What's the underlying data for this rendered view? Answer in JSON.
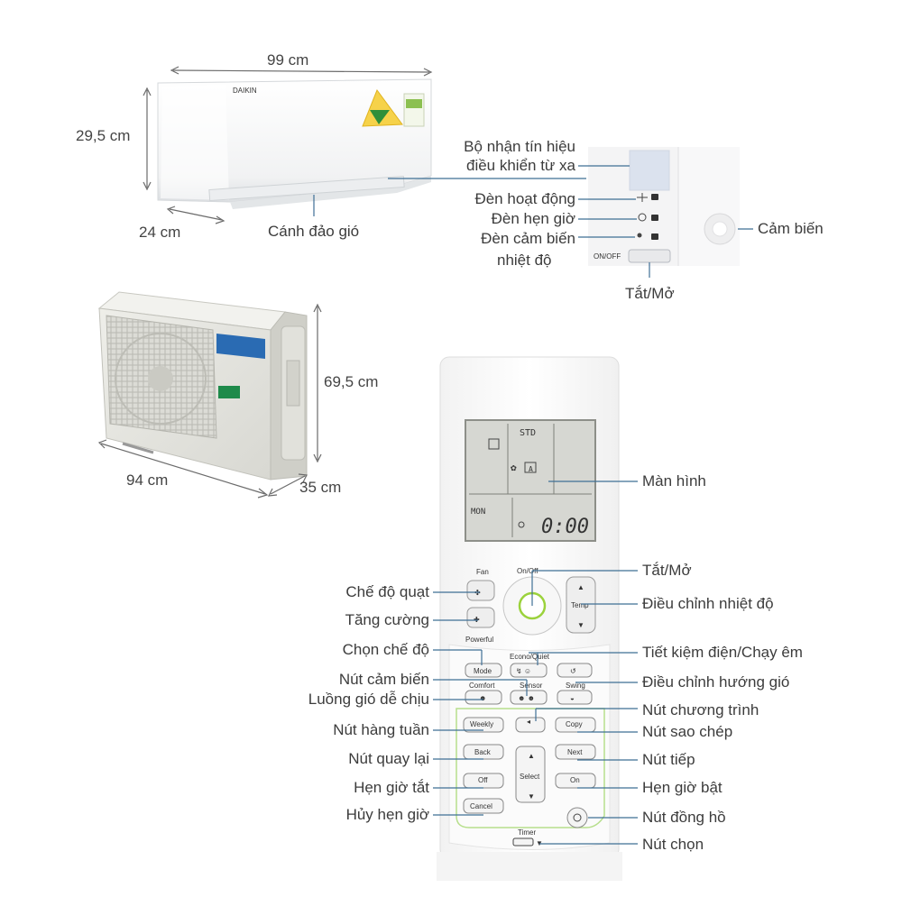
{
  "dimensions": {
    "indoor_width": "99 cm",
    "indoor_height": "29,5 cm",
    "indoor_depth": "24 cm",
    "outdoor_height": "69,5 cm",
    "outdoor_width": "94  cm",
    "outdoor_depth": "35 cm"
  },
  "indoor_callouts": {
    "flap": "Cánh đảo gió",
    "receiver_line1": "Bộ nhận tín hiệu",
    "receiver_line2": "điều khiển từ xa",
    "operation_lamp": "Đèn hoạt động",
    "timer_lamp": "Đèn hẹn giờ",
    "temp_sensor_lamp_line1": "Đèn cảm biến",
    "temp_sensor_lamp_line2": "nhiệt độ",
    "sensor": "Cảm biến",
    "onoff_button": "Tắt/Mở",
    "panel_onoff_text": "ON/OFF"
  },
  "remote_callouts_left": {
    "fan_mode": "Chế độ quạt",
    "powerful": "Tăng cường",
    "mode_select": "Chọn chế độ",
    "sensor_button": "Nút cảm biến",
    "comfort_airflow": "Luồng gió dễ chịu",
    "weekly_button": "Nút hàng tuần",
    "back_button": "Nút quay lại",
    "off_timer": "Hẹn giờ tắt",
    "cancel_timer": "Hủy hẹn giờ"
  },
  "remote_callouts_right": {
    "screen": "Màn hình",
    "onoff": "Tắt/Mở",
    "temp_adjust": "Điều chỉnh nhiệt độ",
    "econo_quiet": "Tiết kiệm điện/Chạy êm",
    "swing_adjust": "Điều chỉnh hướng gió",
    "program_button": "Nút chương trình",
    "copy_button": "Nút sao chép",
    "next_button": "Nút tiếp",
    "on_timer": "Hẹn giờ bật",
    "clock_button": "Nút đồng hồ",
    "select_button": "Nút chọn"
  },
  "remote_labels": {
    "fan": "Fan",
    "powerful": "Powerful",
    "onoff": "On/Off",
    "temp": "Temp",
    "econo_quiet": "Econo/Quiet",
    "mode": "Mode",
    "comfort": "Comfort",
    "sensor": "Sensor",
    "swing": "Swing",
    "weekly": "Weekly",
    "copy": "Copy",
    "back": "Back",
    "next": "Next",
    "select": "Select",
    "off": "Off",
    "on": "On",
    "cancel": "Cancel",
    "timer": "Timer",
    "lcd_std": "STD",
    "lcd_day": "MON",
    "lcd_time": "0:00",
    "lcd_mode": "A"
  },
  "colors": {
    "line": "#3f6f95",
    "unit_body": "#f4f5f6",
    "outdoor_body": "#e7e7e2",
    "lcd_bg": "#d6d7d2",
    "onoff_ring": "#9bd23c"
  }
}
